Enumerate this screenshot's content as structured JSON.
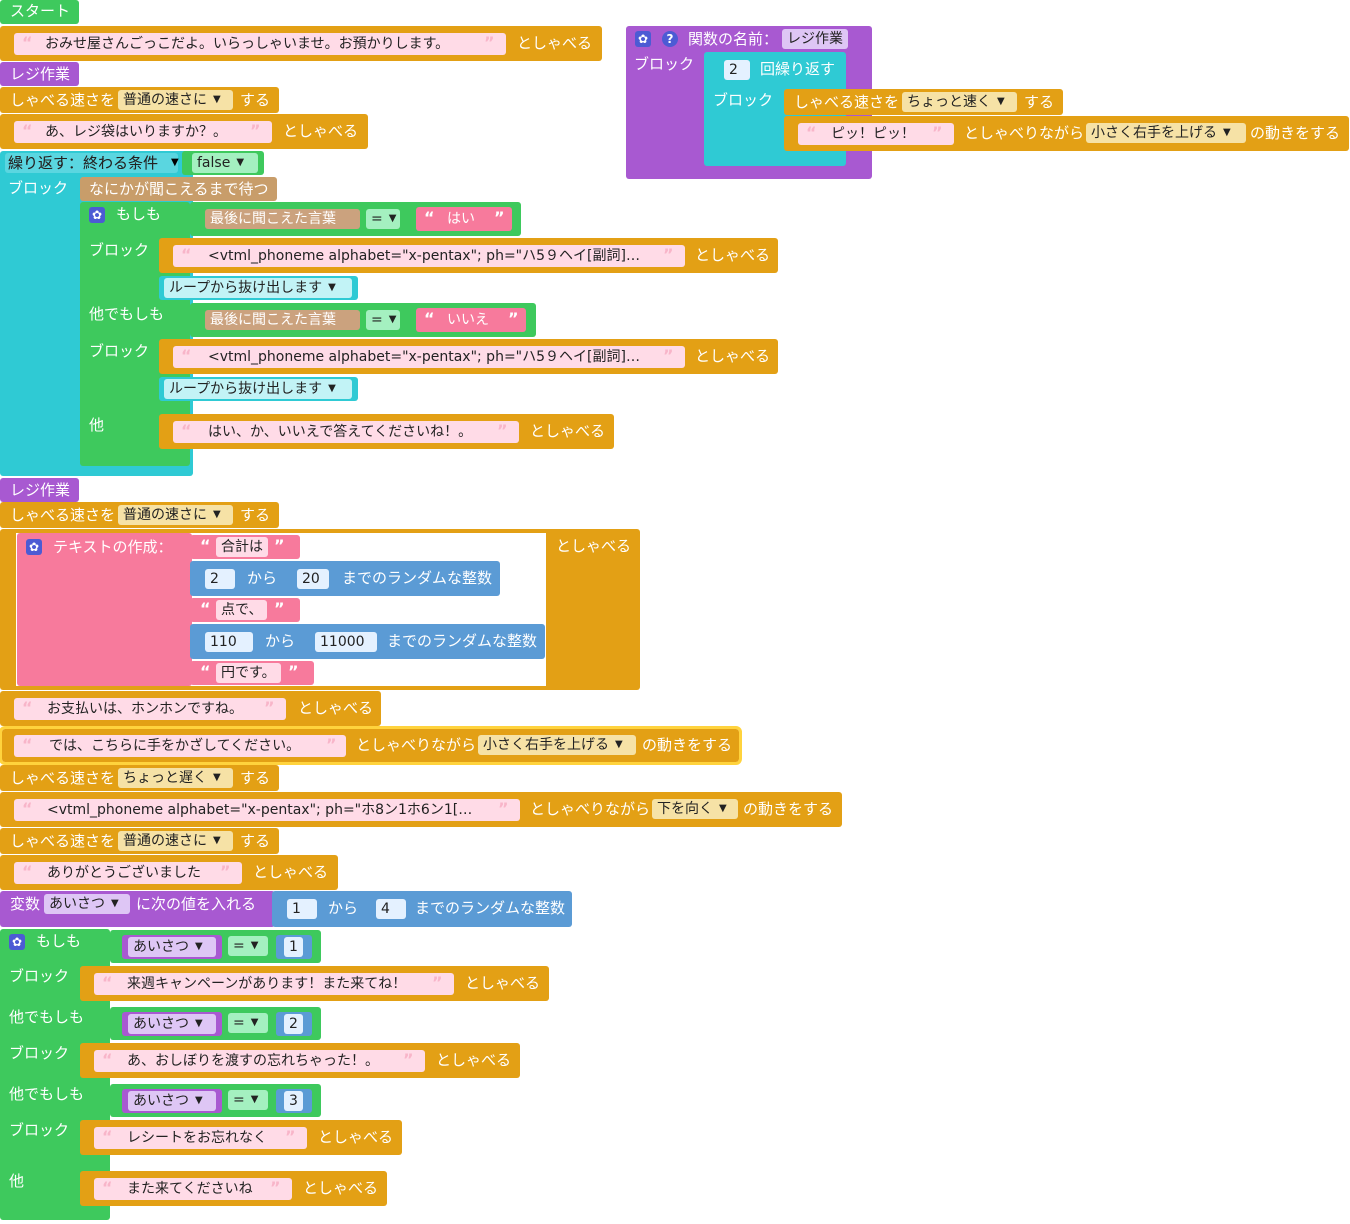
{
  "start": {
    "label": "スタート"
  },
  "b1": {
    "text": "おみせ屋さんごっこだよ。いらっしゃいませ。お預かりします。",
    "suffix": "としゃべる"
  },
  "call1": {
    "label": "レジ作業"
  },
  "speed1": {
    "prefix": "しゃべる速さを",
    "value": "普通の速さに",
    "suffix": "する"
  },
  "b2": {
    "text": "あ、レジ袋はいりますか？。",
    "suffix": "としゃべる"
  },
  "loop": {
    "label": "繰り返す：終わる条件",
    "cond": "false",
    "block_label": "ブロック"
  },
  "wait": {
    "label": "なにかが聞こえるまで待つ"
  },
  "ifa": {
    "if_label": "もしも",
    "block_label": "ブロック",
    "elseif_label": "他でもしも",
    "else_label": "他"
  },
  "last_heard": "最後に聞こえた言葉",
  "eq": "=",
  "yes": "はい",
  "no": "いいえ",
  "phon1": "<vtml_phoneme alphabet=\"x-pentax\"; ph=\"ハ5９ヘイ[副詞]…",
  "phon2": "<vtml_phoneme alphabet=\"x-pentax\"; ph=\"ハ5９ヘイ[副詞]…",
  "break1": "ループから抜け出します",
  "break2": "ループから抜け出します",
  "answer": "はい、か、いいえで答えてくださいね！。",
  "say": "としゃべる",
  "call2": {
    "label": "レジ作業"
  },
  "speed2": {
    "prefix": "しゃべる速さを",
    "value": "普通の速さに",
    "suffix": "する"
  },
  "textjoin": {
    "label": "テキストの作成：",
    "s1": "合計は",
    "r1a": "2",
    "from": "から",
    "r1b": "20",
    "range_suffix": "までのランダムな整数",
    "s2": "点で、",
    "r2a": "110",
    "r2b": "11000",
    "s3": "円です。"
  },
  "pay": {
    "text": "お支払いは、ホンホンですね。"
  },
  "hand": {
    "text": "では、こちらに手をかざしてください。",
    "mid": "としゃべりながら",
    "motion": "小さく右手を上げる",
    "suffix": "の動きをする"
  },
  "speed3": {
    "prefix": "しゃべる速さを",
    "value": "ちょっと遅く",
    "suffix": "する"
  },
  "phon3": {
    "text": "<vtml_phoneme alphabet=\"x-pentax\"; ph=\"ホ8ン1ホ6ン1[…",
    "mid": "としゃべりながら",
    "motion": "下を向く",
    "suffix": "の動きをする"
  },
  "speed4": {
    "prefix": "しゃべる速さを",
    "value": "普通の速さに",
    "suffix": "する"
  },
  "thanks": {
    "text": "ありがとうございました"
  },
  "setvar": {
    "prefix": "変数",
    "var": "あいさつ",
    "mid": "に次の値を入れる",
    "from_val": "1",
    "from": "から",
    "to_val": "4",
    "suffix": "までのランダムな整数"
  },
  "ifb": {
    "if_label": "もしも",
    "block_label": "ブロック",
    "elseif_label": "他でもしも",
    "else_label": "他",
    "var": "あいさつ",
    "eq": "=",
    "v1": "1",
    "v2": "2",
    "v3": "3",
    "t1": "来週キャンペーンがあります！また来てね！",
    "t2": "あ、おしぼりを渡すの忘れちゃった！。",
    "t3": "レシートをお忘れなく",
    "t4": "また来てくださいね"
  },
  "func": {
    "name_label": "関数の名前：",
    "name": "レジ作業",
    "block_label": "ブロック",
    "repeat_val": "2",
    "repeat_label": "回繰り返す",
    "speed_prefix": "しゃべる速さを",
    "speed_val": "ちょっと速く",
    "speed_suffix": "する",
    "text": "ピッ！ピッ！",
    "mid": "としゃべりながら",
    "motion": "小さく右手を上げる",
    "suffix": "の動きをする"
  },
  "icons": {
    "gear": "gear-icon",
    "help": "help-icon",
    "dropdown": "dropdown-arrow-icon",
    "quote": "quote-icon"
  },
  "colors": {
    "event": "#3ec95d",
    "speech": "#e3a015",
    "function": "#a859d1",
    "loop": "#2fcad4",
    "sensor": "#c89d6a",
    "text": "#f77a9c",
    "math": "#5b9bd5",
    "logic": "#3ec95d"
  }
}
